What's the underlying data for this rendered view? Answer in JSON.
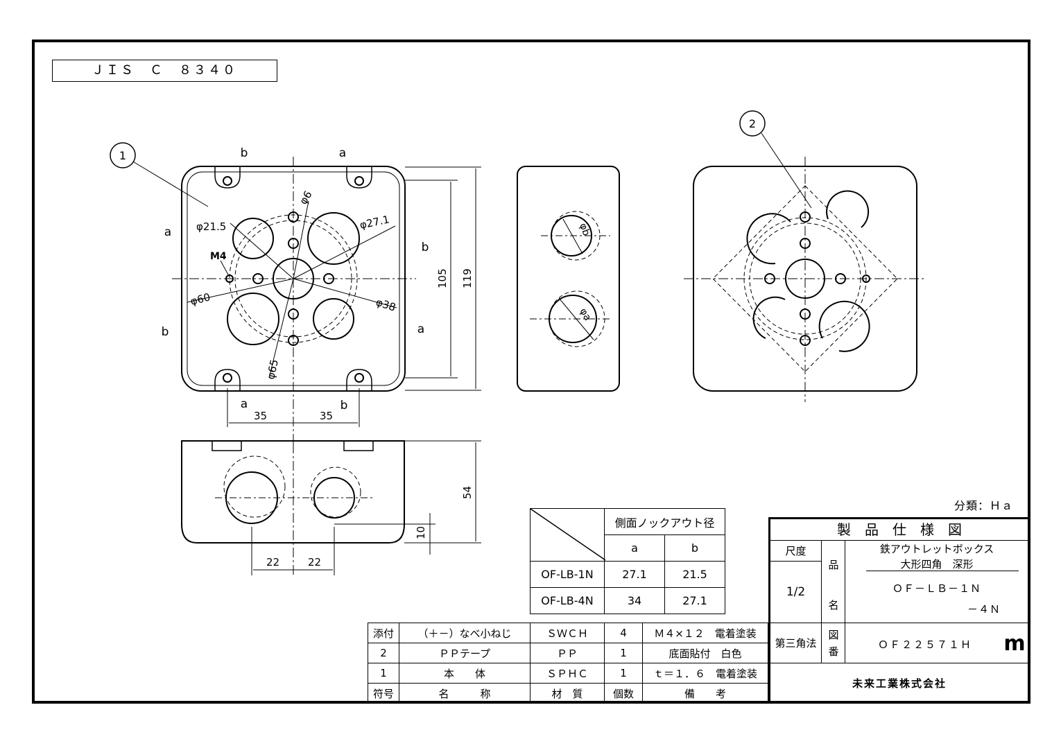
{
  "standard": "ＪＩＳ　Ｃ　８３４０",
  "callouts": {
    "part1": "1",
    "part2": "2"
  },
  "top_view": {
    "hole_labels": {
      "a": "a",
      "b": "b"
    },
    "dims": {
      "d215": "φ21.5",
      "d6": "φ6",
      "d271": "φ27.1",
      "m4": "M4",
      "d60": "φ60",
      "d38": "φ38",
      "d65": "φ65",
      "h105": "105",
      "h119": "119",
      "w35a": "35",
      "w35b": "35"
    }
  },
  "side_view": {
    "phi_b": "φb",
    "phi_a": "φa"
  },
  "front_view": {
    "h54": "54",
    "h10": "10",
    "w22a": "22",
    "w22b": "22"
  },
  "knockout_table": {
    "header": "側面ノックアウト径",
    "col_a": "a",
    "col_b": "b",
    "rows": [
      {
        "model": "OF-LB-1N",
        "a": "27.1",
        "b": "21.5"
      },
      {
        "model": "OF-LB-4N",
        "a": "34",
        "b": "27.1"
      }
    ]
  },
  "parts_table": {
    "rows": [
      {
        "no": "添付",
        "name": "（＋－）なべ小ねじ",
        "material": "ＳＷＣＨ",
        "qty": "4",
        "note": "Ｍ４×１２　電着塗装"
      },
      {
        "no": "2",
        "name": "ＰＰテープ",
        "material": "ＰＰ",
        "qty": "1",
        "note": "底面貼付　白色"
      },
      {
        "no": "1",
        "name": "本　　体",
        "material": "ＳＰＨＣ",
        "qty": "1",
        "note": "ｔ＝１．６　電着塗装"
      }
    ],
    "header": {
      "no": "符号",
      "name": "名　　　称",
      "material": "材　質",
      "qty": "個数",
      "note": "備　　考"
    }
  },
  "classification": "分類：Ｈａ",
  "title_block": {
    "title": "製　品　仕　様　図",
    "scale_label": "尺度",
    "scale_value": "1/2",
    "hin": "品",
    "mei": "名",
    "product_line1": "鉄アウトレットボックス",
    "product_line2": "大形四角　深形",
    "model1": "ＯＦ－ＬＢ－１Ｎ",
    "model2": "－４Ｎ",
    "projection": "第三角法",
    "zu": "図",
    "ban": "番",
    "drawing_no": "ＯＦ２２５７１Ｈ",
    "logo_letter": "m",
    "company": "未来工業株式会社"
  }
}
